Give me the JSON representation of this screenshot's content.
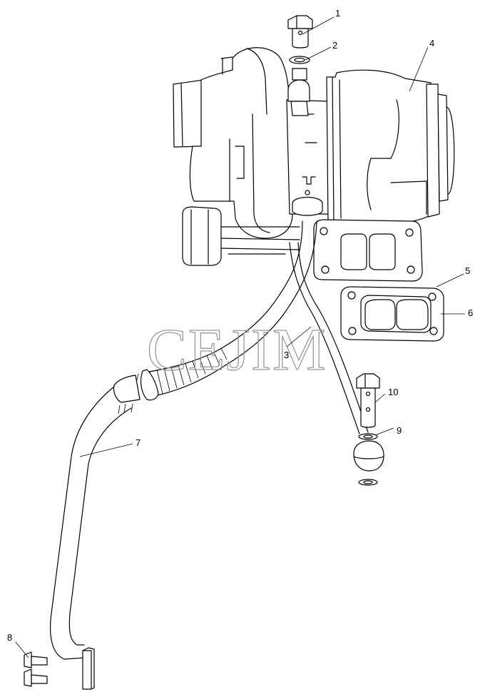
{
  "watermark": "CEJIM",
  "callouts": [
    {
      "id": "callout-1",
      "label": "1"
    },
    {
      "id": "callout-2",
      "label": "2"
    },
    {
      "id": "callout-3",
      "label": "3"
    },
    {
      "id": "callout-4",
      "label": "4"
    },
    {
      "id": "callout-5",
      "label": "5"
    },
    {
      "id": "callout-6",
      "label": "6"
    },
    {
      "id": "callout-7",
      "label": "7"
    },
    {
      "id": "callout-8",
      "label": "8"
    },
    {
      "id": "callout-9",
      "label": "9"
    },
    {
      "id": "callout-10",
      "label": "10"
    }
  ],
  "colors": {
    "line": "#000000",
    "watermark": "#9a9a9a",
    "background": "#ffffff"
  }
}
